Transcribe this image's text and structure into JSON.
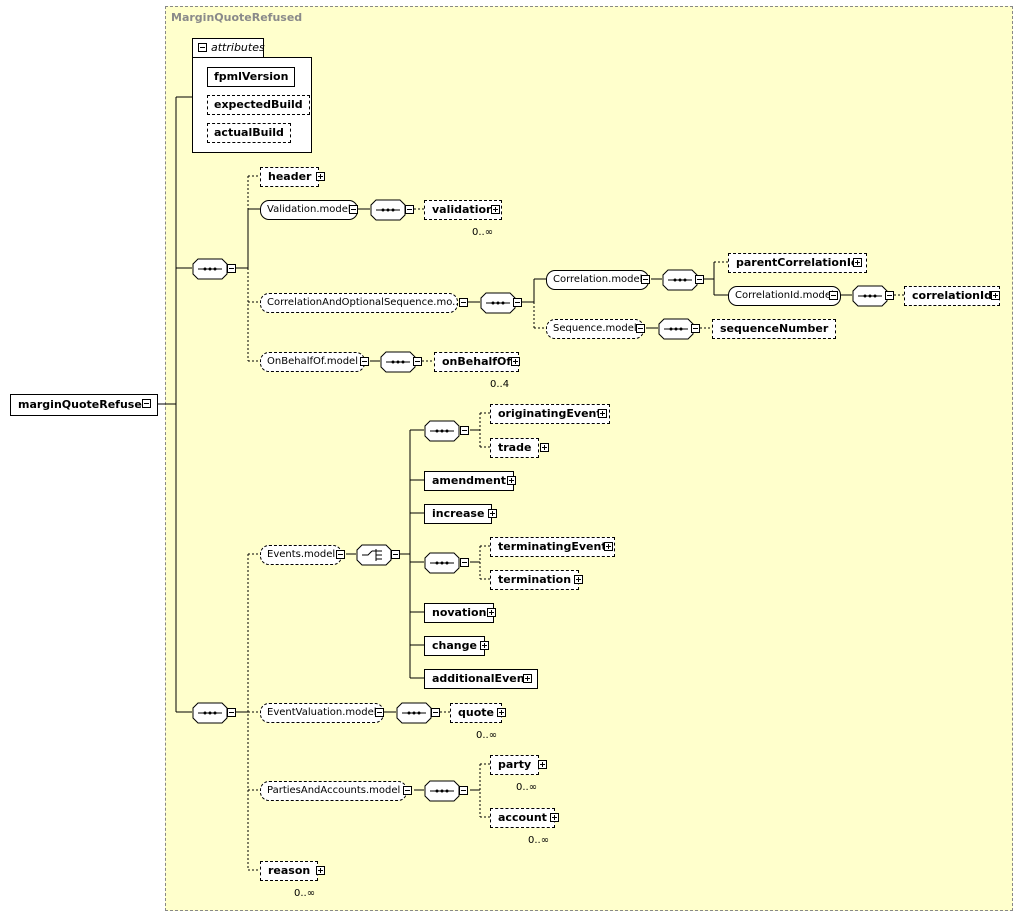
{
  "diagram": {
    "title": "MarginQuoteRefused",
    "root": "marginQuoteRefused",
    "attributes_label": "attributes",
    "attributes": [
      "fpmlVersion",
      "expectedBuild",
      "actualBuild"
    ],
    "nodes": {
      "header": "header",
      "validation_model": "Validation.model",
      "validation": "validation",
      "validation_card": "0..∞",
      "correlation_seq_model": "CorrelationAndOptionalSequence.mo...",
      "correlation_model": "Correlation.model",
      "parent_correlation_id": "parentCorrelationId",
      "correlation_id_model": "CorrelationId.model",
      "correlation_id": "correlationId",
      "sequence_model": "Sequence.model",
      "sequence_number": "sequenceNumber",
      "on_behalf_of_model": "OnBehalfOf.model",
      "on_behalf_of": "onBehalfOf",
      "on_behalf_of_card": "0..4",
      "originating_event": "originatingEvent",
      "trade": "trade",
      "amendment": "amendment",
      "increase": "increase",
      "terminating_event": "terminatingEvent",
      "termination": "termination",
      "novation": "novation",
      "change": "change",
      "additional_event": "additionalEvent",
      "events_model": "Events.model",
      "event_valuation_model": "EventValuation.model",
      "quote": "quote",
      "quote_card": "0..∞",
      "parties_model": "PartiesAndAccounts.model",
      "party": "party",
      "party_card": "0..∞",
      "account": "account",
      "account_card": "0..∞",
      "reason": "reason",
      "reason_card": "0..∞"
    }
  }
}
